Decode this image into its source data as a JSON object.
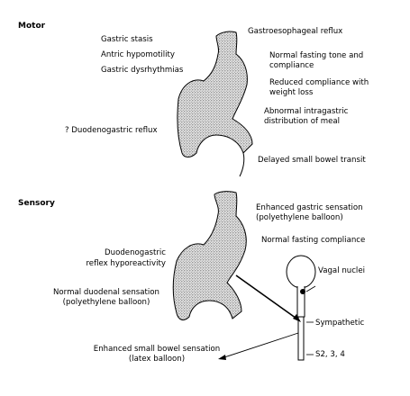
{
  "motor": {
    "header": "Motor",
    "labels": {
      "gastric_stasis": "Gastric stasis",
      "antric_hypomotility": "Antric hypomotility",
      "gastric_dysrhythmias": "Gastric dysrhythmias",
      "duodenogastric_reflux": "? Duodenogastric reflux",
      "gastroesophageal_reflux": "Gastroesophageal reflux",
      "fasting_tone_1": "Normal fasting tone and",
      "fasting_tone_2": "compliance",
      "reduced_compliance_1": "Reduced compliance with",
      "reduced_compliance_2": "weight loss",
      "abnormal_distribution_1": "Abnormal intragastric",
      "abnormal_distribution_2": "distribution of meal",
      "delayed_transit": "Delayed small bowel transit"
    }
  },
  "sensory": {
    "header": "Sensory",
    "labels": {
      "enhanced_gastric_1": "Enhanced gastric sensation",
      "enhanced_gastric_2": "(polyethylene balloon)",
      "normal_fasting_compliance": "Normal fasting compliance",
      "duodenogastric_1": "Duodenogastric",
      "duodenogastric_2": "reflex hyporeactivity",
      "vagal_nuclei": "Vagal nuclei",
      "normal_duodenal_1": "Normal duodenal sensation",
      "normal_duodenal_2": "(polyethylene balloon)",
      "sympathetic": "Sympathetic",
      "small_bowel_1": "Enhanced small bowel sensation",
      "small_bowel_2": "(latex balloon)",
      "spinal_levels": "S2, 3, 4"
    }
  }
}
